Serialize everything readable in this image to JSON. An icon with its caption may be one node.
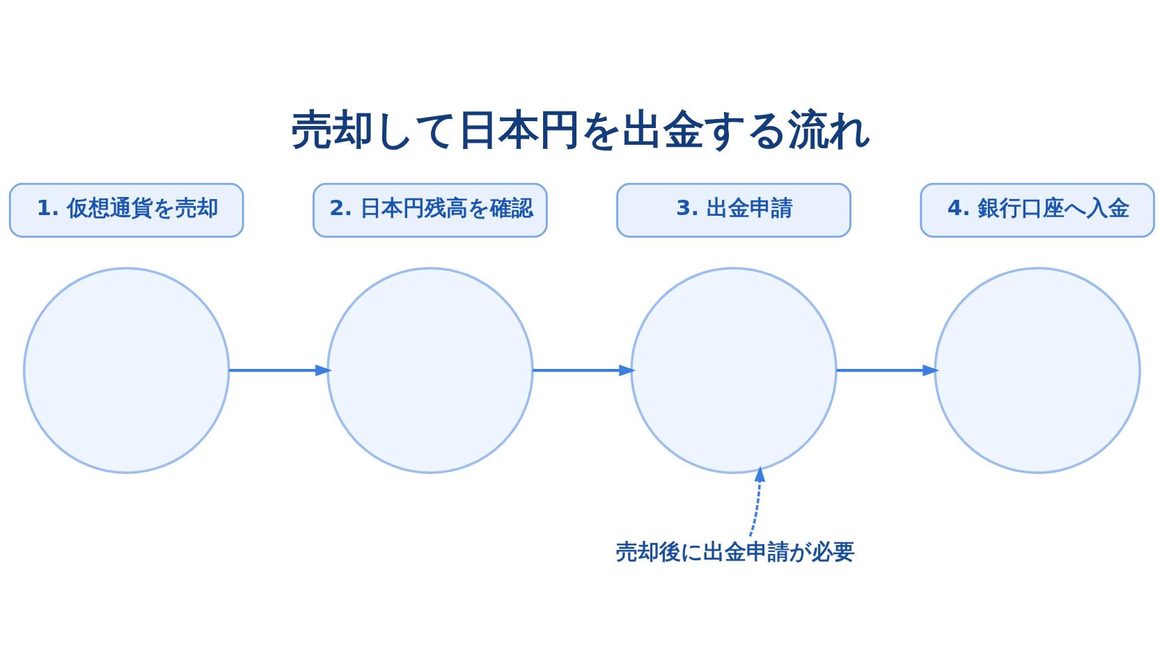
{
  "diagram": {
    "title": "売却して日本円を出金する流れ",
    "nodes": [
      {
        "text": [
          "1. 仮想通貨を売却"
        ]
      },
      {
        "text": [
          "2. 日本円残高を確認"
        ]
      },
      {
        "text": [
          "3. 出金申請"
        ]
      },
      {
        "text": [
          "4. 銀行口座へ入金"
        ]
      },
      {
        "text": [],
        "shape": "circle"
      },
      {
        "text": [],
        "shape": "circle"
      },
      {
        "text": [],
        "shape": "circle"
      },
      {
        "text": [],
        "shape": "circle"
      },
      {
        "text": [
          "売却後に出金申請が必要"
        ]
      }
    ],
    "edges": [
      {
        "from": 4,
        "to": 5,
        "arrow": "to"
      },
      {
        "from": 5,
        "to": 6,
        "arrow": "to"
      },
      {
        "from": 6,
        "to": 7,
        "arrow": "to"
      },
      {
        "from": 8,
        "to": 6,
        "arrow": "to",
        "style": "dashed"
      }
    ]
  }
}
